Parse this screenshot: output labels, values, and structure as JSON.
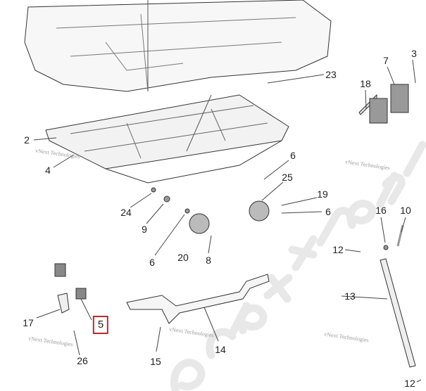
{
  "watermark_main": "vdextremelife",
  "watermark_small": "vNext Technologies",
  "highlight_color": "#c0282d",
  "callouts": [
    {
      "id": "2",
      "text": "2"
    },
    {
      "id": "3",
      "text": "3"
    },
    {
      "id": "4",
      "text": "4"
    },
    {
      "id": "5",
      "text": "5",
      "highlighted": true
    },
    {
      "id": "6a",
      "text": "6"
    },
    {
      "id": "6b",
      "text": "6"
    },
    {
      "id": "6c",
      "text": "6"
    },
    {
      "id": "7",
      "text": "7"
    },
    {
      "id": "8",
      "text": "8"
    },
    {
      "id": "9",
      "text": "9"
    },
    {
      "id": "10",
      "text": "10"
    },
    {
      "id": "12a",
      "text": "12"
    },
    {
      "id": "12b",
      "text": "12"
    },
    {
      "id": "13",
      "text": "13"
    },
    {
      "id": "14",
      "text": "14"
    },
    {
      "id": "15",
      "text": "15"
    },
    {
      "id": "16",
      "text": "16"
    },
    {
      "id": "17",
      "text": "17"
    },
    {
      "id": "18",
      "text": "18"
    },
    {
      "id": "19",
      "text": "19"
    },
    {
      "id": "20",
      "text": "20"
    },
    {
      "id": "23",
      "text": "23"
    },
    {
      "id": "24",
      "text": "24"
    },
    {
      "id": "25",
      "text": "25"
    },
    {
      "id": "26",
      "text": "26"
    }
  ]
}
